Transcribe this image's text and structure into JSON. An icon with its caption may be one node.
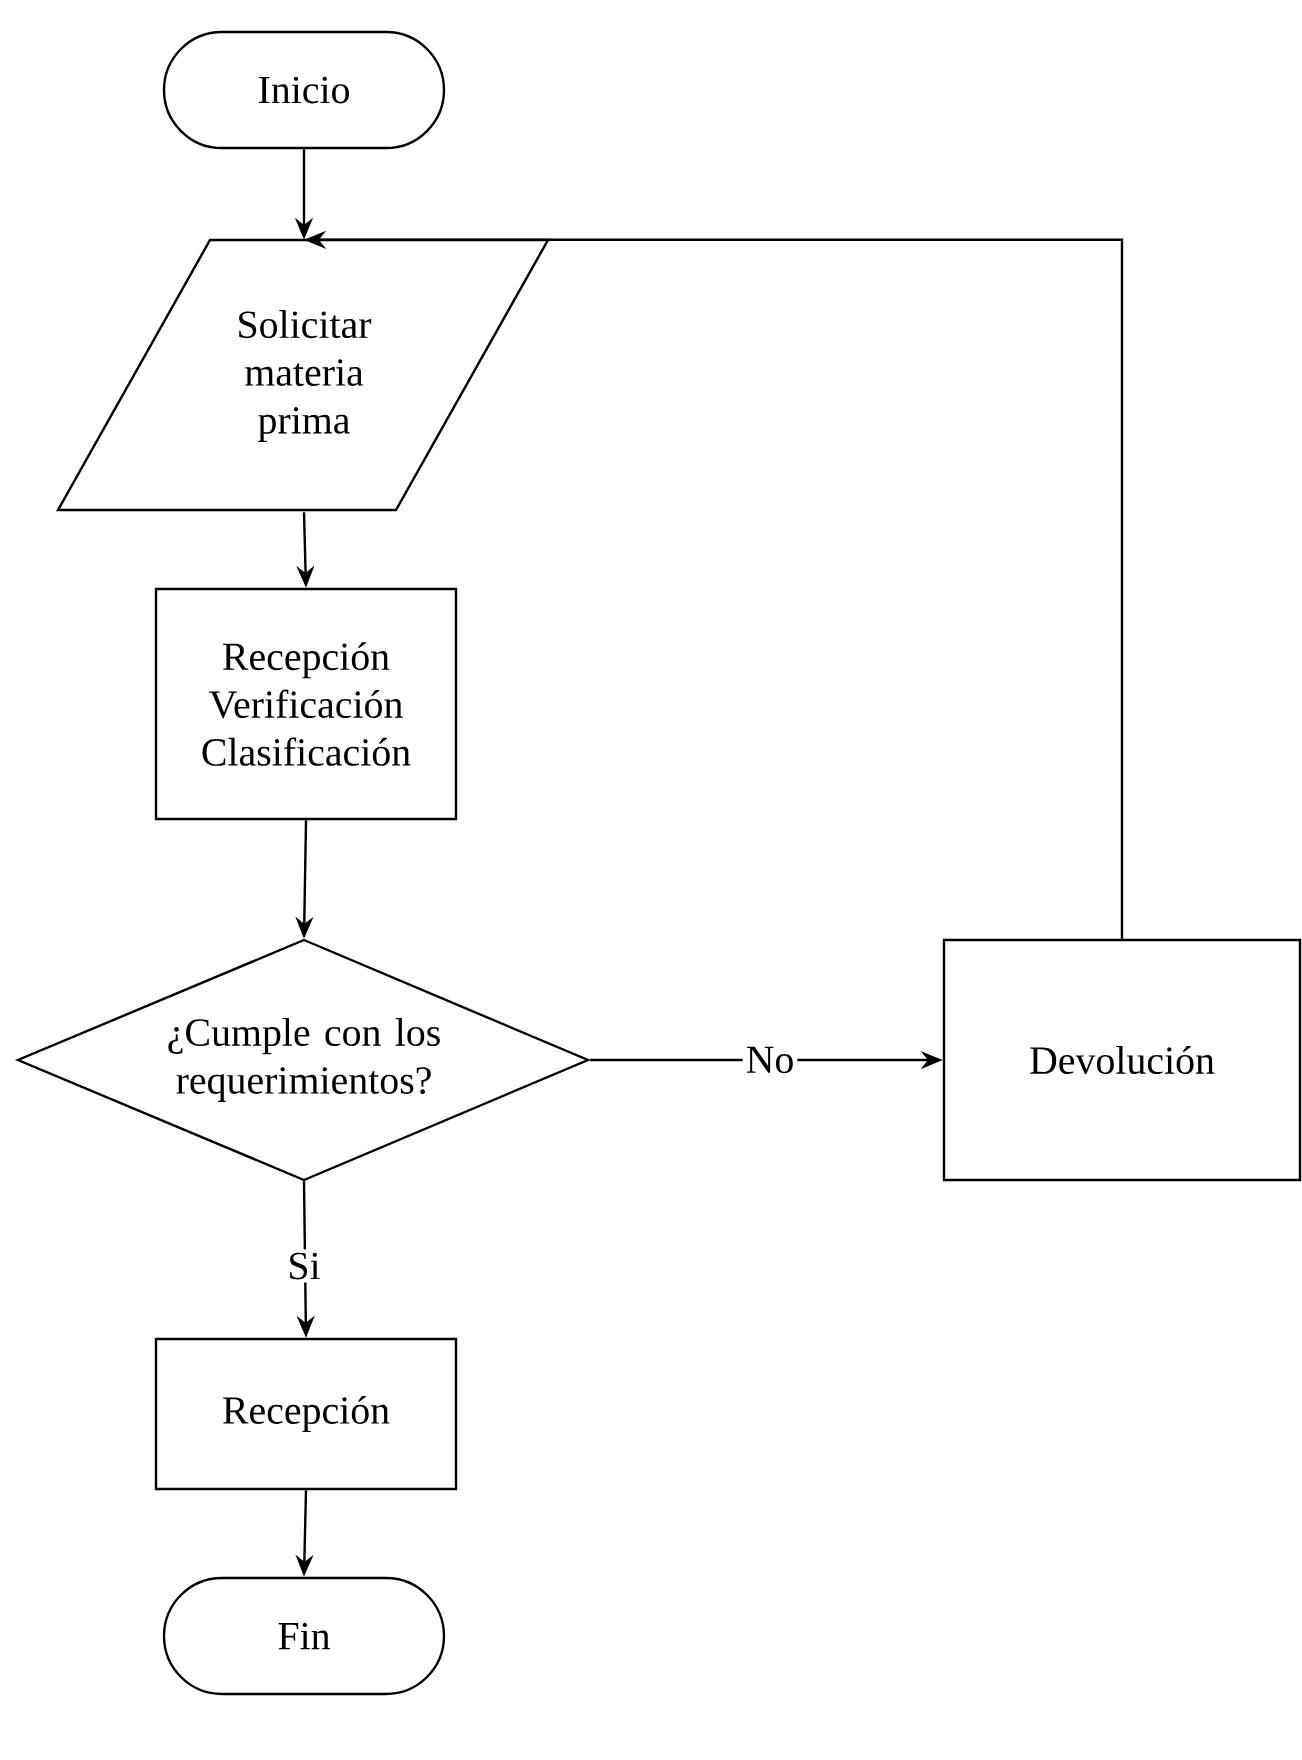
{
  "diagram": {
    "nodes": [
      {
        "text": [
          "Inicio"
        ]
      },
      {
        "text": [
          "Solicitar materia prima"
        ]
      },
      {
        "text": [
          "Recepción Verificación Clasificación"
        ]
      },
      {
        "text": [
          "¿Cumple con los requerimientos?"
        ]
      },
      {
        "text": [
          "Devolución"
        ]
      },
      {
        "text": [
          "Recepción"
        ]
      },
      {
        "text": [
          "Fin"
        ]
      }
    ],
    "edges": [
      {
        "from": 0,
        "to": 1,
        "arrow": "to"
      },
      {
        "from": 1,
        "to": 2,
        "arrow": "to"
      },
      {
        "from": 2,
        "to": 3,
        "arrow": "to"
      },
      {
        "from": 3,
        "to": 4,
        "arrow": "to",
        "label": "No"
      },
      {
        "from": 4,
        "to": 1,
        "arrow": "to"
      },
      {
        "from": 3,
        "to": 5,
        "arrow": "to",
        "label": "Si"
      },
      {
        "from": 5,
        "to": 6,
        "arrow": "to"
      }
    ]
  }
}
